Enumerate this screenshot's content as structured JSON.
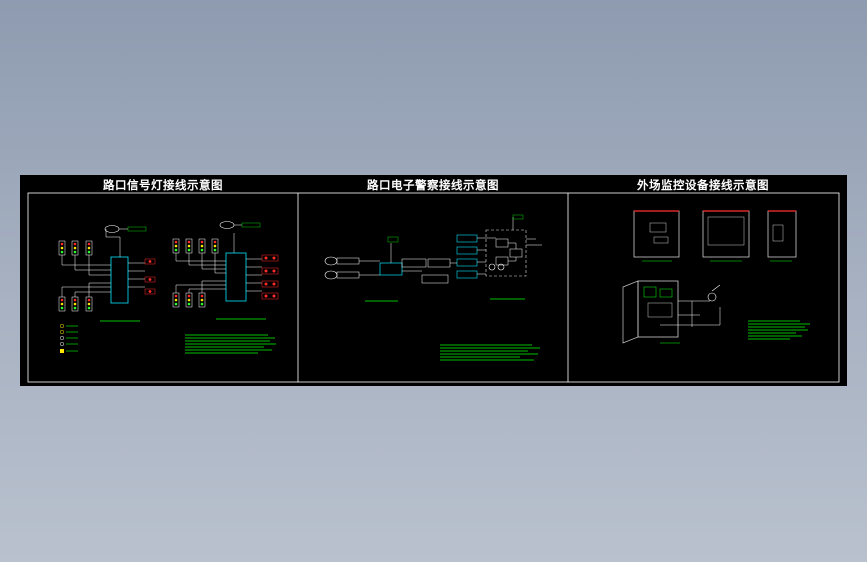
{
  "panels": [
    {
      "title": "路口信号灯接线示意图"
    },
    {
      "title": "路口电子警察接线示意图"
    },
    {
      "title": "外场监控设备接线示意图"
    }
  ],
  "colors": {
    "background": "#000000",
    "frame": "#ffffff",
    "wire": "#ffffff",
    "box": "#00e5ff",
    "note": "#00ff00",
    "lamp_red": "#ff2a2a",
    "lamp_yellow": "#ffe600",
    "lamp_green": "#2dff2d",
    "cabinet": "#cccccc",
    "cabinet_edge": "#ff3030",
    "dash": "#e0e0e0"
  }
}
